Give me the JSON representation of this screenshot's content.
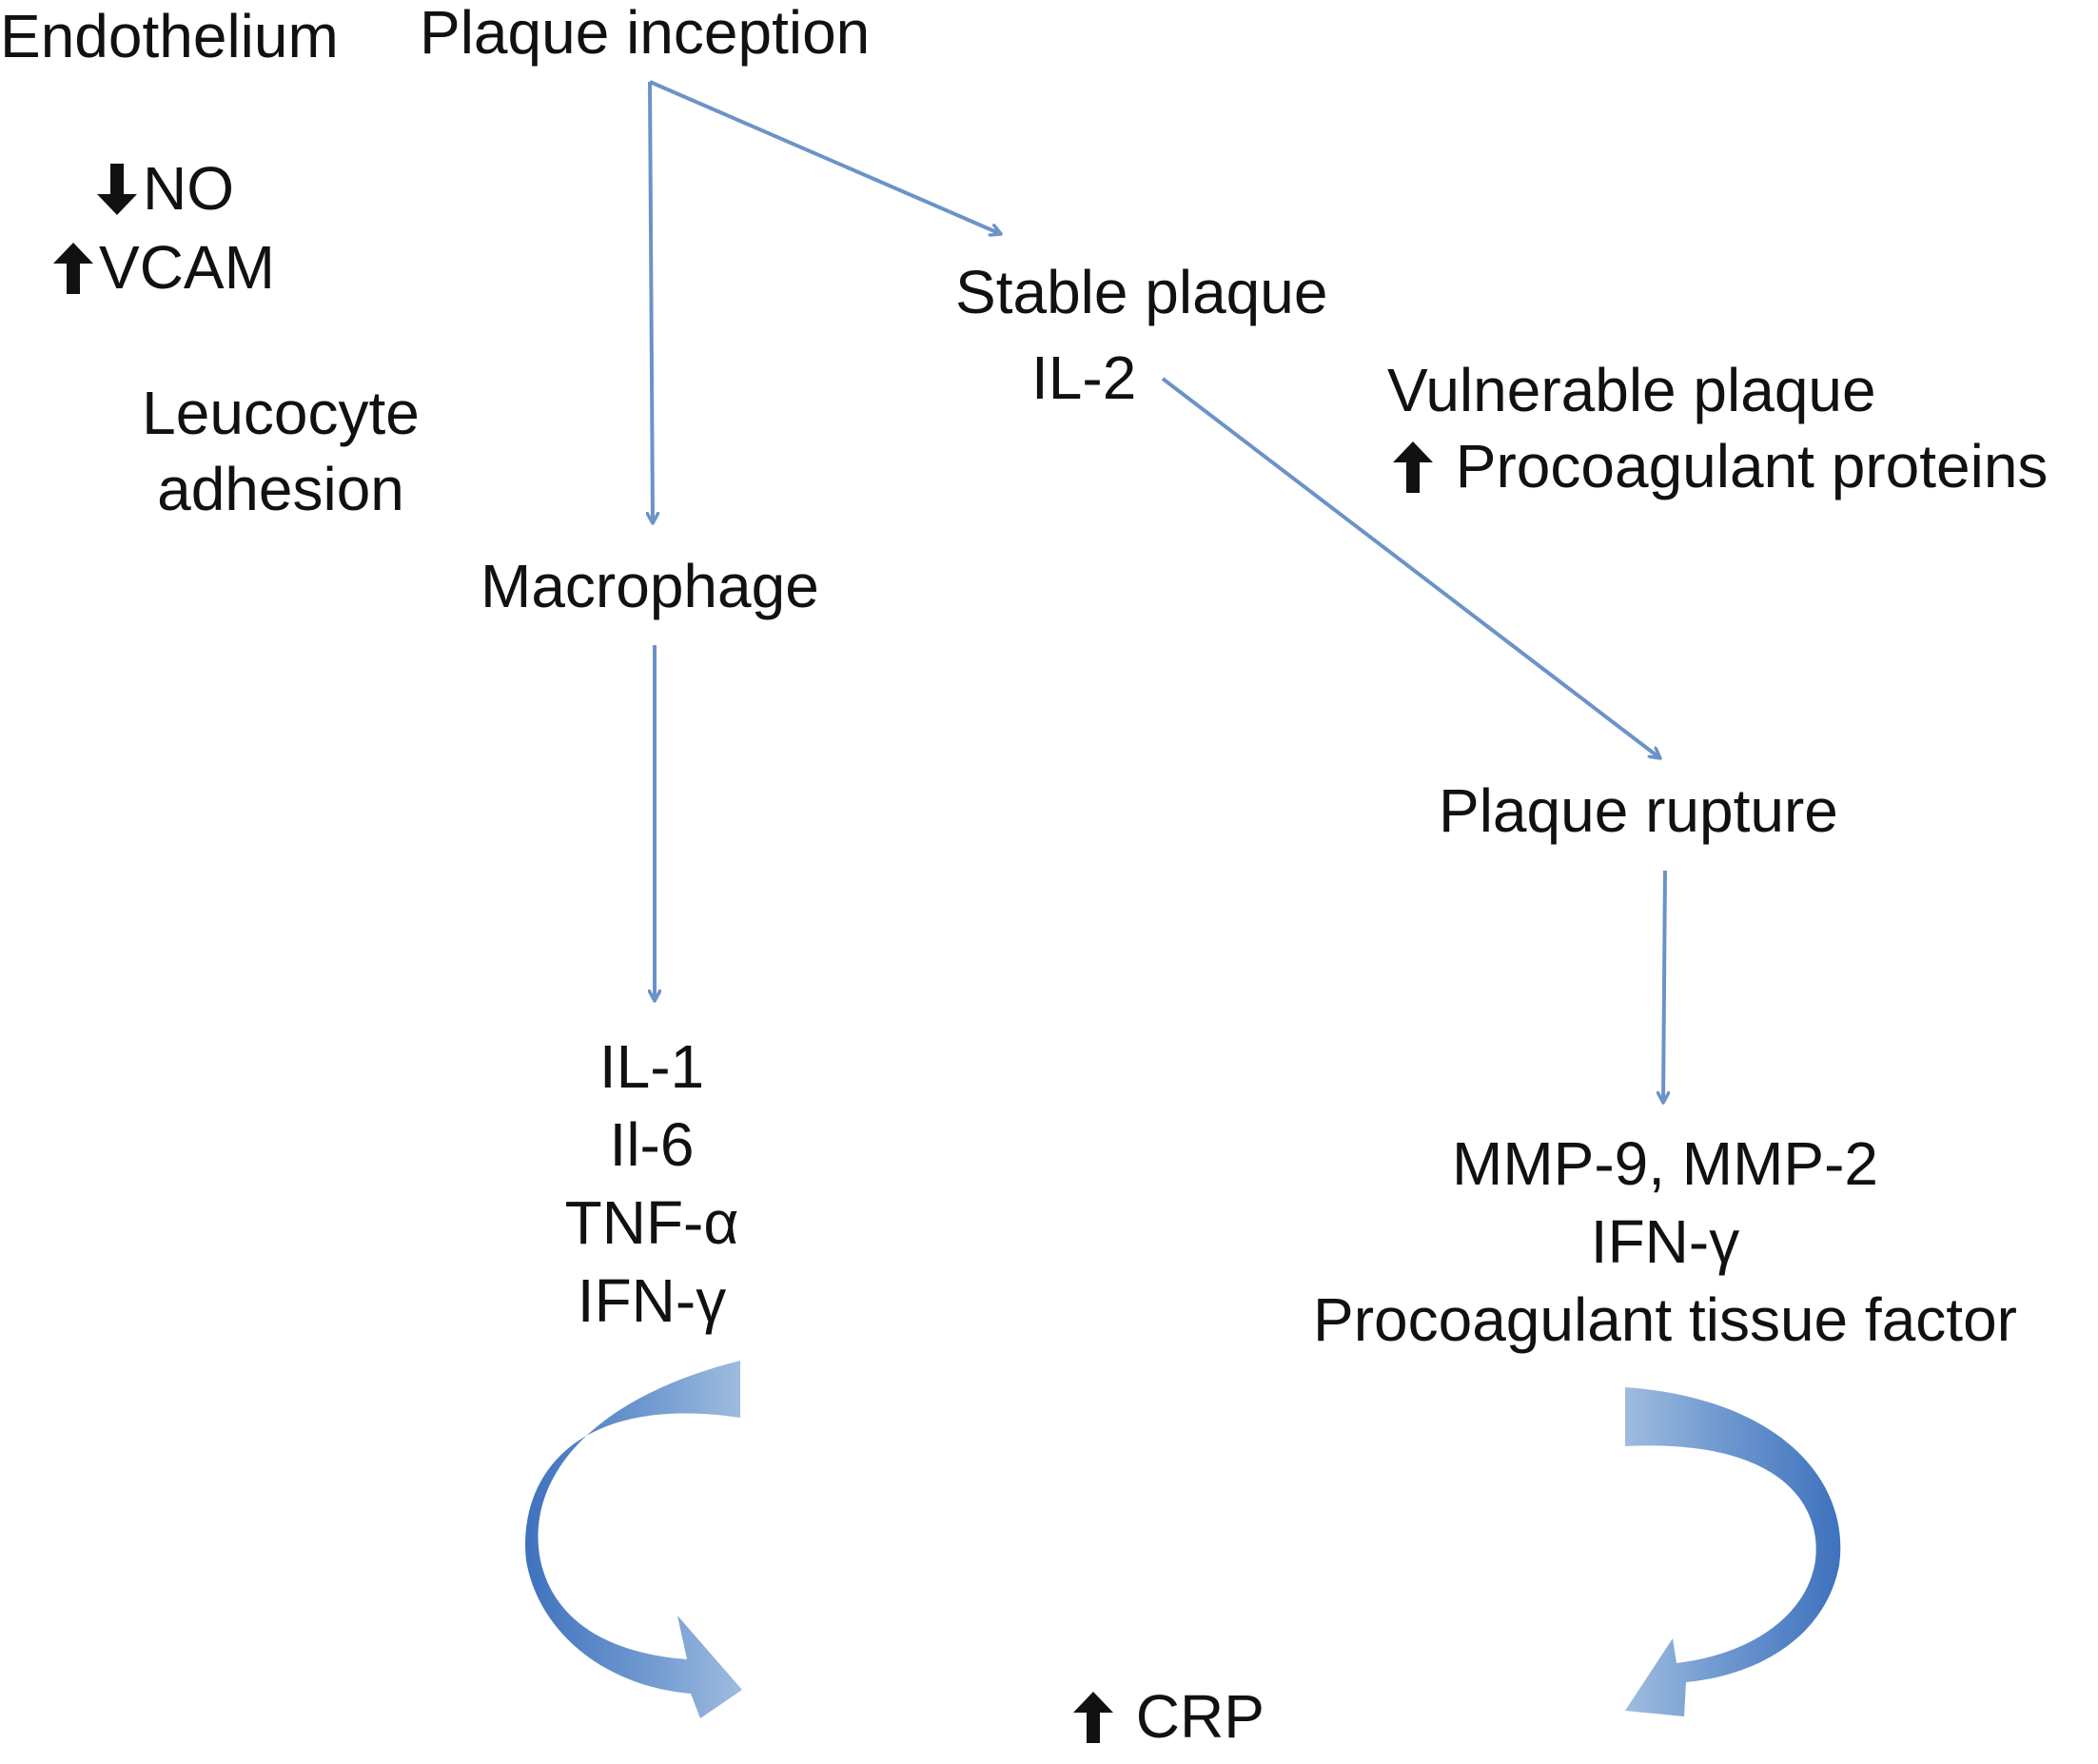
{
  "nodes": {
    "endothelium": "Endothelium",
    "no_marker": "NO",
    "vcam_marker": "VCAM",
    "leucocyte_line1": "Leucocyte",
    "leucocyte_line2": "adhesion",
    "plaque_inception": "Plaque inception",
    "stable_plaque": "Stable plaque",
    "il2": "IL-2",
    "vulnerable_plaque": "Vulnerable plaque",
    "procoagulant_proteins": "Procoagulant proteins",
    "macrophage": "Macrophage",
    "plaque_rupture": "Plaque rupture",
    "cytokines_left": [
      "IL-1",
      "Il-6",
      "TNF-α",
      "IFN-γ"
    ],
    "products_right": [
      "MMP-9, MMP-2",
      "IFN-γ",
      "Procoagulant tissue factor"
    ],
    "crp": "CRP"
  },
  "colors": {
    "connector": "#6b93c8",
    "curved_arrow_dark": "#3e72bd",
    "curved_arrow_light": "#9fbce0",
    "text": "#111111"
  }
}
